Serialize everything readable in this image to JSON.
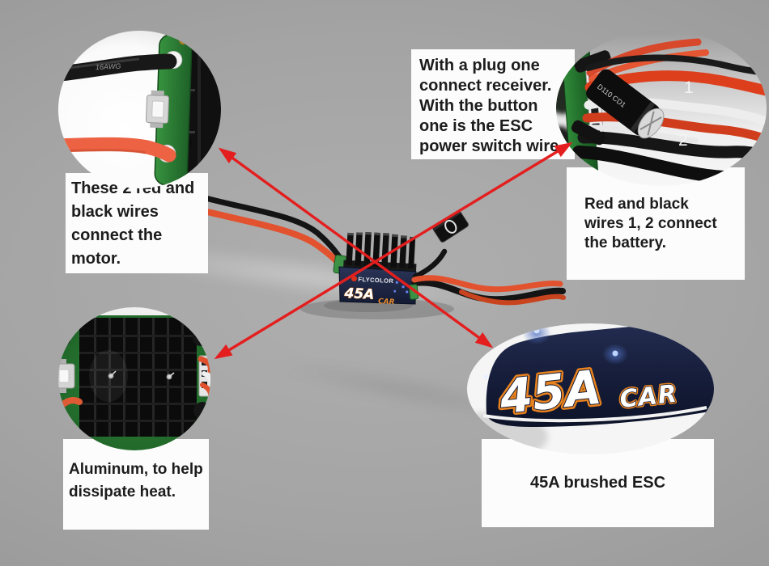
{
  "callouts": {
    "motor": "These 2 red and\nblack wires\nconnect the\nmotor.",
    "receiver_switch": "With a plug one\nconnect receiver.\nWith the button\none is the ESC\npower switch wire.",
    "battery": "Red and black\nwires 1, 2 connect\nthe battery.",
    "heatsink": "Aluminum, to help\ndissipate heat.",
    "product": "45A brushed ESC"
  },
  "wire_labels": {
    "one": "1",
    "two": "2"
  },
  "esc_label": {
    "brand": "FLYCOLOR",
    "rating": "45A",
    "series": "CAR"
  },
  "badge": {
    "rating": "45A",
    "series": "CAR"
  },
  "photo_markings": {
    "wire_gauge": "16AWG",
    "capacitor": "D110 CD1"
  },
  "colors": {
    "arrow": "#e41e1e",
    "callout_bg": "#fcfcfc",
    "callout_text": "#1c1c1c",
    "pcb_green": "#2f8a39",
    "wire_red": "#e2522e",
    "wire_black": "#141414",
    "case_navy": "#1a2240",
    "badge_outline_orange": "#e8821e",
    "background_gray": "#a4a4a4"
  }
}
